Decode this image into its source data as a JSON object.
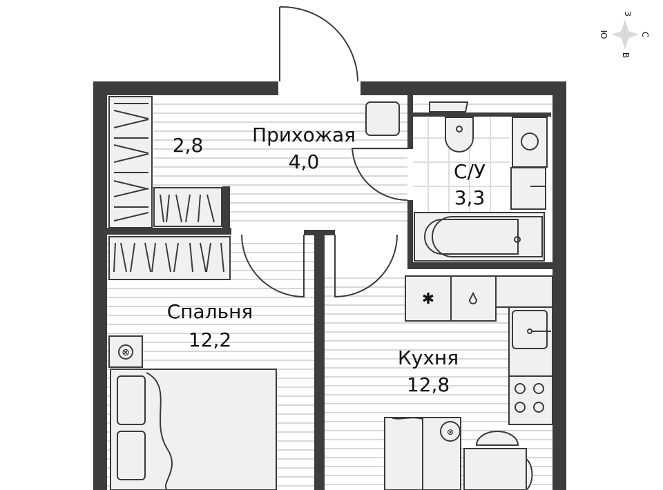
{
  "colors": {
    "wall": "#3d3d3d",
    "floor_line": "#d8d8d8",
    "fixture_fill": "#f0f0f0",
    "compass": "#d9d9d9"
  },
  "compass": {
    "north": "С",
    "south": "Ю",
    "east": "В",
    "west": "З"
  },
  "rooms": [
    {
      "name": "",
      "area": "2,8"
    },
    {
      "name": "Прихожая",
      "area": "4,0"
    },
    {
      "name": "С/У",
      "area": "3,3"
    },
    {
      "name": "Спальня",
      "area": "12,2"
    },
    {
      "name": "Кухня",
      "area": "12,8"
    }
  ],
  "icons": {
    "fridge": "snowflake-icon",
    "water": "drop-icon"
  }
}
